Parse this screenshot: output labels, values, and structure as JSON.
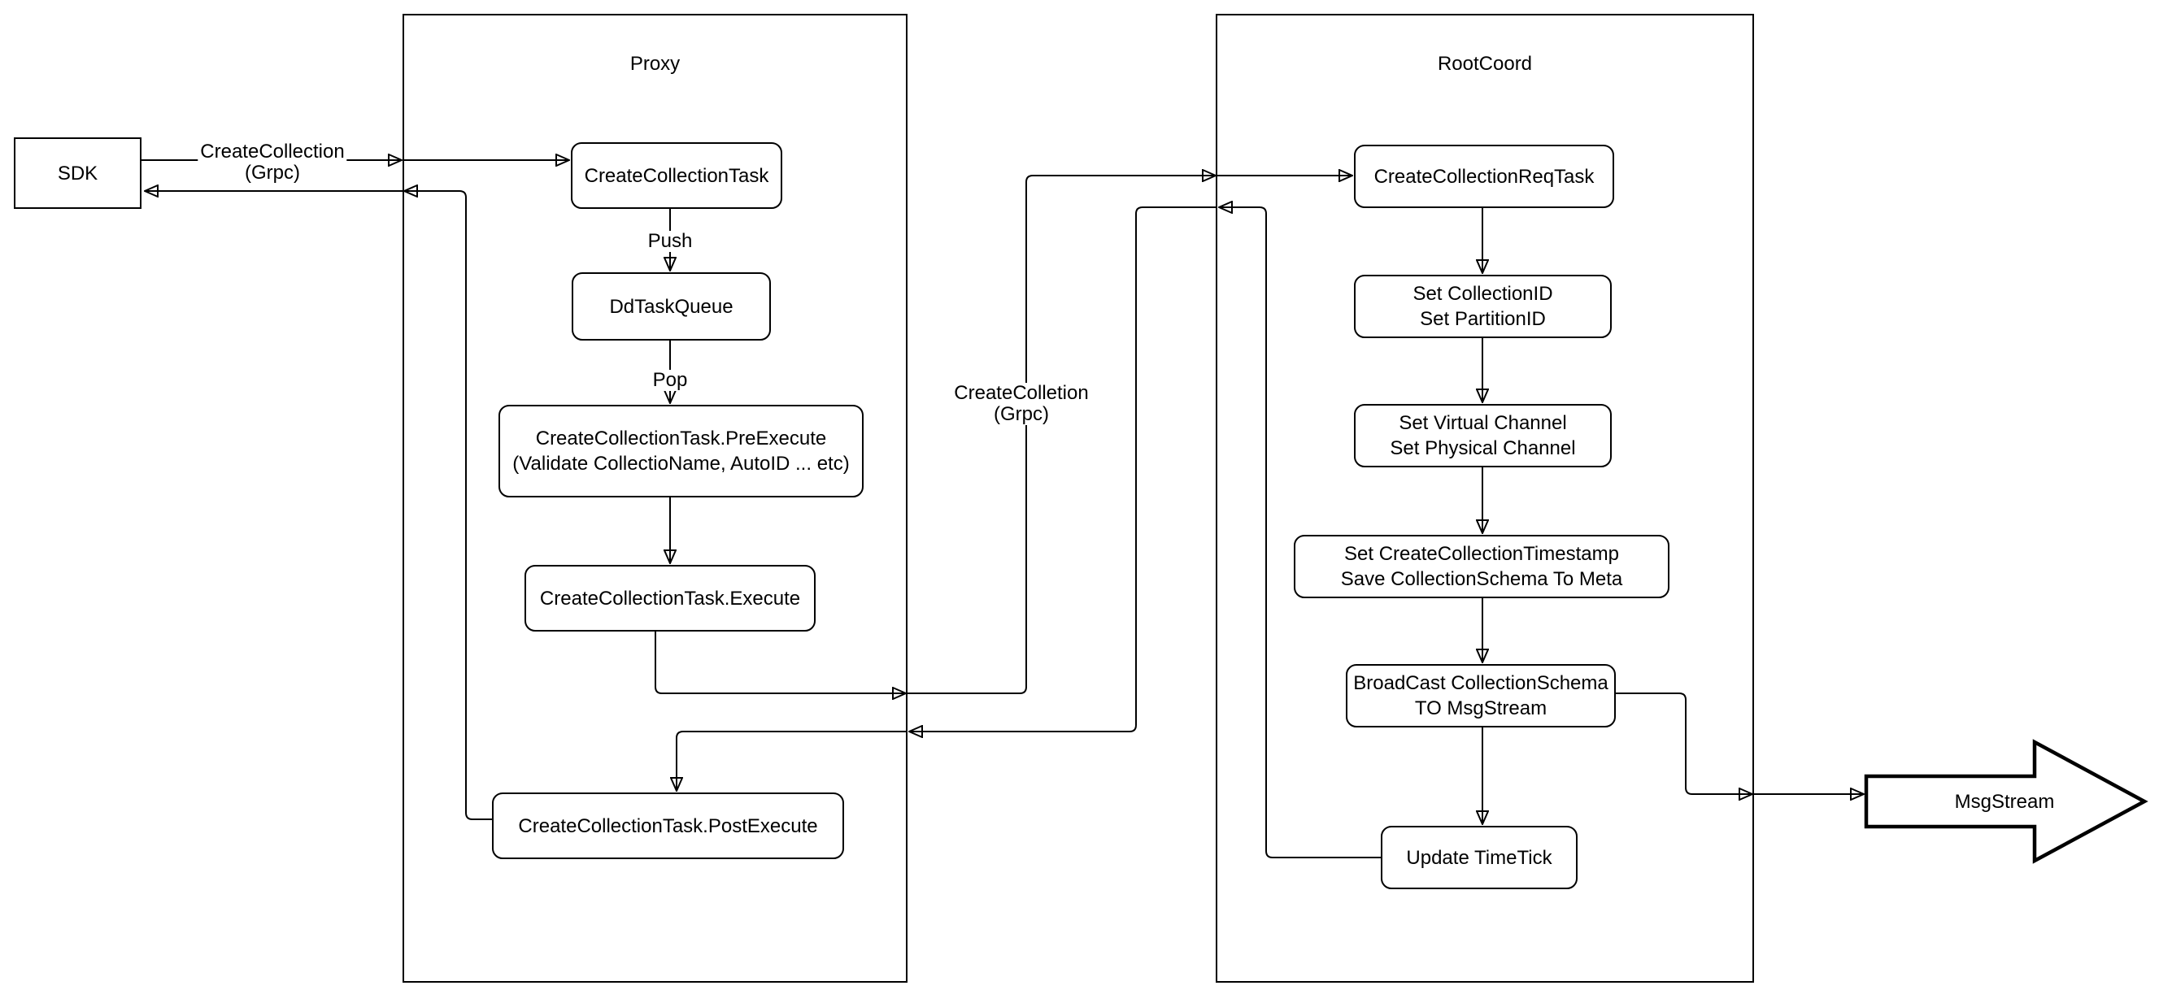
{
  "colors": {
    "stroke": "#000000",
    "background": "#ffffff",
    "text": "#000000"
  },
  "sdk": {
    "label": "SDK"
  },
  "edge_labels": {
    "sdk_to_proxy_line1": "CreateCollection",
    "sdk_to_proxy_line2": "(Grpc)",
    "push": "Push",
    "pop": "Pop",
    "proxy_to_rootcoord_line1": "CreateColletion",
    "proxy_to_rootcoord_line2": "(Grpc)"
  },
  "proxy": {
    "title": "Proxy",
    "nodes": {
      "create_collection_task": {
        "label": "CreateCollectionTask"
      },
      "dd_task_queue": {
        "label": "DdTaskQueue"
      },
      "pre_execute": {
        "line1": "CreateCollectionTask.PreExecute",
        "line2": "(Validate CollectioName, AutoID ... etc)"
      },
      "execute": {
        "label": "CreateCollectionTask.Execute"
      },
      "post_execute": {
        "label": "CreateCollectionTask.PostExecute"
      }
    }
  },
  "rootcoord": {
    "title": "RootCoord",
    "nodes": {
      "req_task": {
        "label": "CreateCollectionReqTask"
      },
      "set_ids": {
        "line1": "Set CollectionID",
        "line2": "Set PartitionID"
      },
      "set_channels": {
        "line1": "Set Virtual Channel",
        "line2": "Set Physical Channel"
      },
      "set_timestamp": {
        "line1": "Set CreateCollectionTimestamp",
        "line2": "Save CollectionSchema To Meta"
      },
      "broadcast": {
        "line1": "BroadCast CollectionSchema",
        "line2": "TO MsgStream"
      },
      "update_timetick": {
        "label": "Update TimeTick"
      }
    }
  },
  "msgstream": {
    "label": "MsgStream"
  }
}
